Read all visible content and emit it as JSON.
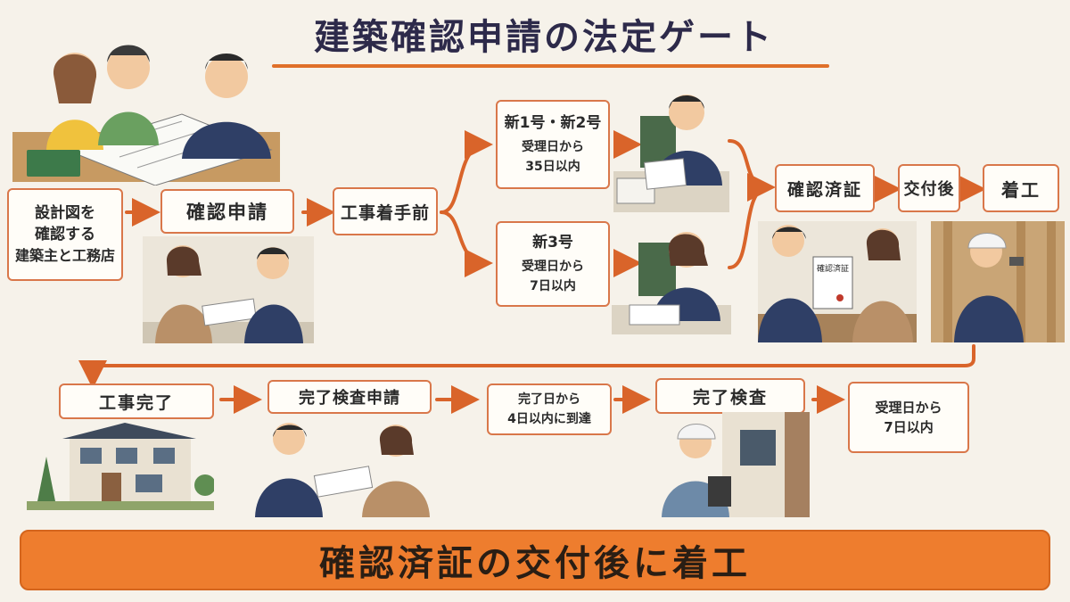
{
  "title": "建築確認申請の法定ゲート",
  "flow_top": {
    "owner_box": [
      "設計図を",
      "確認する",
      "建築主と工務店"
    ],
    "apply": "確認申請",
    "before_work": "工事着手前",
    "branch_a": {
      "heading": "新1号・新2号",
      "line1": "受理日から",
      "line2": "35日以内"
    },
    "branch_b": {
      "heading": "新3号",
      "line1": "受理日から",
      "line2": "7日以内"
    },
    "certificate": "確認済証",
    "after_issue": "交付後",
    "start": "着工"
  },
  "flow_bottom": {
    "completion": "工事完了",
    "inspection_apply": "完了検査申請",
    "arrival": [
      "完了日から",
      "4日以内に到達"
    ],
    "inspection": "完了検査",
    "result": [
      "受理日から",
      "7日以内"
    ]
  },
  "illustration_text": {
    "certificate_doc": "確認済証"
  },
  "banner": "確認済証の交付後に着工",
  "colors": {
    "accent": "#e0702a",
    "banner": "#ee7d2e",
    "suit": "#2f3f66"
  }
}
